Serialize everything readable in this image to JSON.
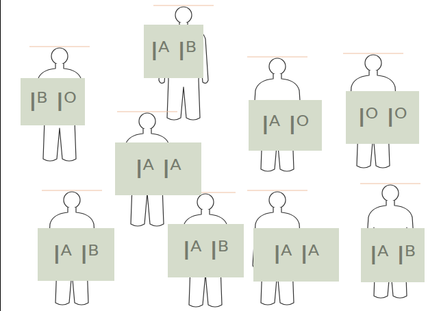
{
  "diagram": {
    "nodes": [
      {
        "text": [
          "Iᴬ Iᴮ"
        ]
      },
      {
        "text": [
          "Iᴮ Iᴼ"
        ]
      },
      {
        "text": [
          "Iᴬ Iᴼ"
        ]
      },
      {
        "text": [
          "Iᴼ Iᴼ"
        ]
      },
      {
        "text": [
          "Iᴬ Iᴬ"
        ]
      },
      {
        "text": [
          "Iᴬ Iᴮ"
        ]
      },
      {
        "text": [
          "Iᴬ Iᴮ"
        ]
      },
      {
        "text": [
          "Iᴬ Iᴬ"
        ]
      },
      {
        "text": [
          "Iᴬ Iᴮ"
        ]
      }
    ]
  }
}
